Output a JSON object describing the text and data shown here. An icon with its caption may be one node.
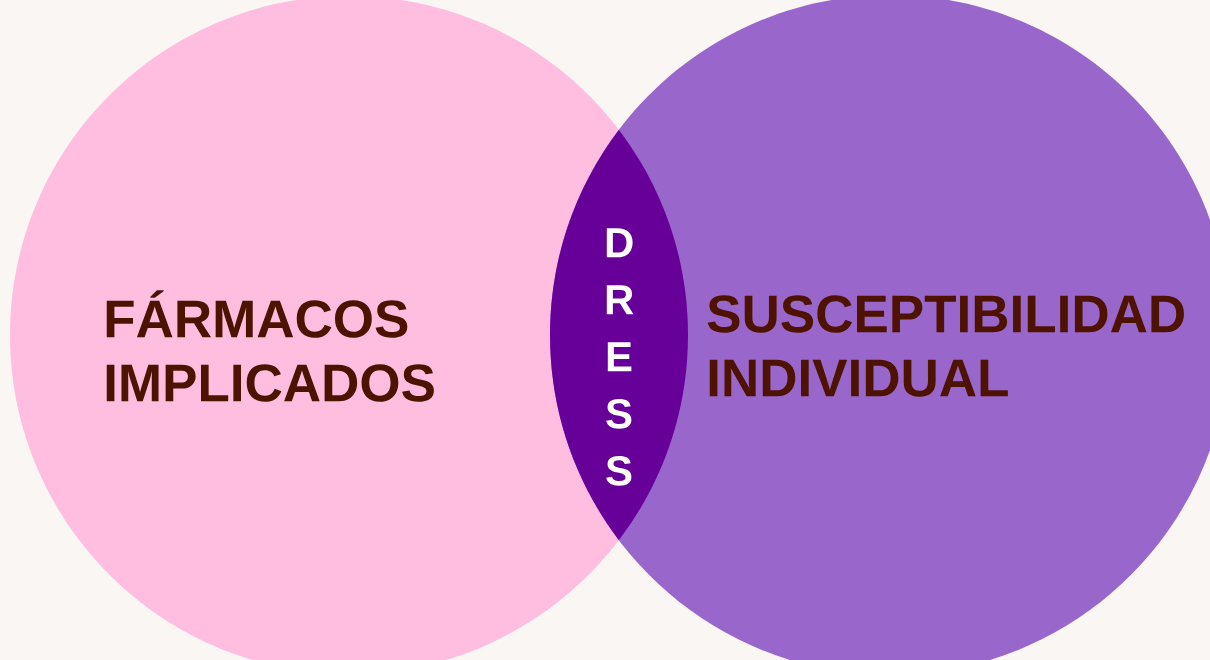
{
  "diagram": {
    "nodes": [
      {
        "text": [
          "FÁRMACOS IMPLICADOS"
        ]
      },
      {
        "text": [
          "SUSCEPTIBILIDAD INDIVIDUAL"
        ]
      },
      {
        "text": [
          "D R E S S"
        ]
      }
    ],
    "edges": []
  }
}
